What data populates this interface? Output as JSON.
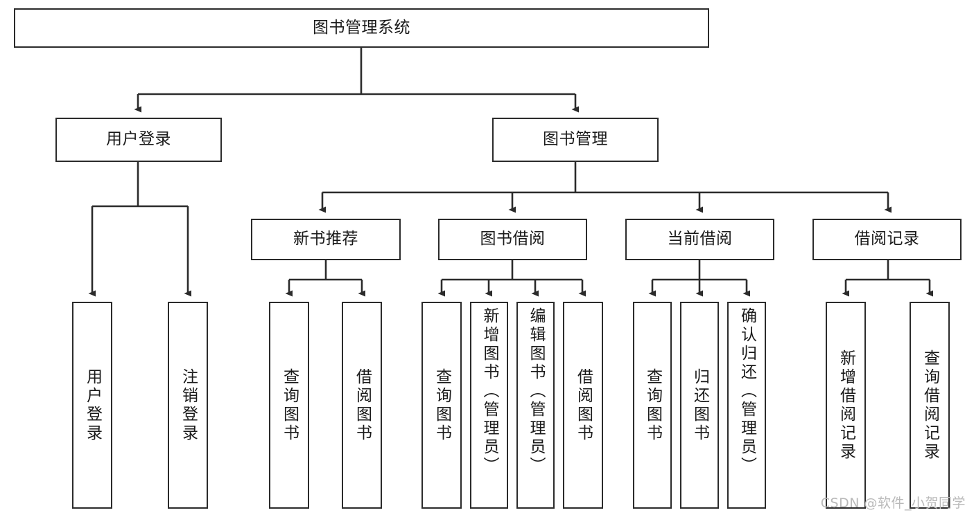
{
  "diagram": {
    "title": "图书管理系统",
    "type": "hierarchy-tree",
    "watermark": "CSDN @软件_小贺同学",
    "colors": {
      "box_border": "#2b2b2b",
      "box_fill": "#ffffff",
      "edge": "#2b2b2b",
      "text": "#1a1a1a",
      "watermark": "#b9b9b9"
    },
    "nodes": {
      "root": {
        "label": "图书管理系统"
      },
      "level2": [
        {
          "id": "user-login",
          "label": "用户登录"
        },
        {
          "id": "book-management",
          "label": "图书管理"
        }
      ],
      "level3": [
        {
          "id": "new-book-recommend",
          "label": "新书推荐"
        },
        {
          "id": "book-borrow",
          "label": "图书借阅"
        },
        {
          "id": "current-borrow",
          "label": "当前借阅"
        },
        {
          "id": "borrow-record",
          "label": "借阅记录"
        }
      ],
      "leaves": {
        "user-login": [
          {
            "id": "leaf-user-login",
            "label": "用户登录"
          },
          {
            "id": "leaf-logout-login",
            "label": "注销登录"
          }
        ],
        "new-book-recommend": [
          {
            "id": "leaf-query-book-1",
            "label": "查询图书"
          },
          {
            "id": "leaf-borrow-book-1",
            "label": "借阅图书"
          }
        ],
        "book-borrow": [
          {
            "id": "leaf-query-book-2",
            "label": "查询图书"
          },
          {
            "id": "leaf-add-book",
            "label": "新增图书（管理员）"
          },
          {
            "id": "leaf-edit-book",
            "label": "编辑图书（管理员）"
          },
          {
            "id": "leaf-borrow-book-2",
            "label": "借阅图书"
          }
        ],
        "current-borrow": [
          {
            "id": "leaf-query-book-3",
            "label": "查询图书"
          },
          {
            "id": "leaf-return-book",
            "label": "归还图书"
          },
          {
            "id": "leaf-confirm-return",
            "label": "确认归还（管理员）"
          }
        ],
        "borrow-record": [
          {
            "id": "leaf-add-borrow-record",
            "label": "新增借阅记录"
          },
          {
            "id": "leaf-query-borrow-record",
            "label": "查询借阅记录"
          }
        ]
      }
    }
  }
}
